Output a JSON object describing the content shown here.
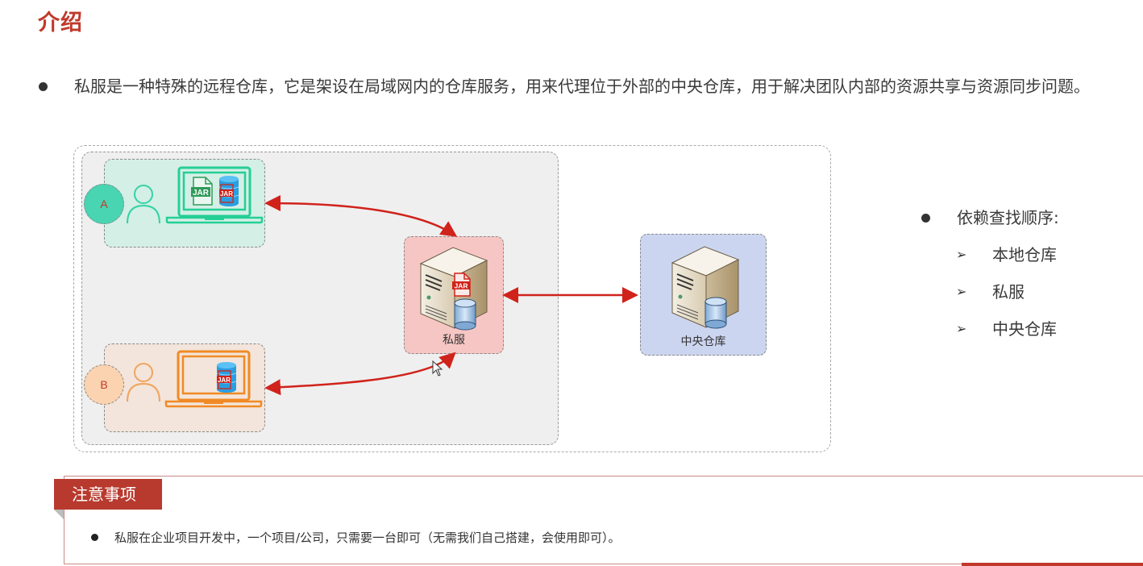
{
  "page": {
    "title": "介绍"
  },
  "intro": {
    "bullet_text": "私服是一种特殊的远程仓库，它是架设在局域网内的仓库服务，用来代理位于外部的中央仓库，用于解决团队内部的资源共享与资源同步问题。"
  },
  "diagram": {
    "client_a": {
      "label": "A",
      "icons": [
        "user-icon",
        "laptop-icon",
        "jar-file-icon",
        "jar-database-icon"
      ]
    },
    "client_b": {
      "label": "B",
      "icons": [
        "user-icon",
        "laptop-icon",
        "jar-database-icon"
      ]
    },
    "private_server": {
      "label": "私服",
      "icons": [
        "server-icon",
        "jar-file-icon",
        "database-icon"
      ]
    },
    "central_repo": {
      "label": "中央仓库",
      "icons": [
        "server-icon",
        "database-icon"
      ]
    },
    "colors": {
      "client_a_bg": "#d4efe6",
      "client_a_accent": "#2ecf9f",
      "client_b_bg": "#f3e5db",
      "client_b_accent": "#f08a24",
      "private_bg": "#f6c6c4",
      "central_bg": "#ccd5f0",
      "arrow": "#d0231b"
    }
  },
  "lookup": {
    "heading": "依赖查找顺序:",
    "items": [
      "本地仓库",
      "私服",
      "中央仓库"
    ]
  },
  "notice": {
    "tab_label": "注意事项",
    "item_text": "私服在企业项目开发中，一个项目/公司，只需要一台即可（无需我们自己搭建，会使用即可）。"
  },
  "theme": {
    "accent": "#c0392b",
    "notice_tab_bg": "#b83a2e"
  }
}
